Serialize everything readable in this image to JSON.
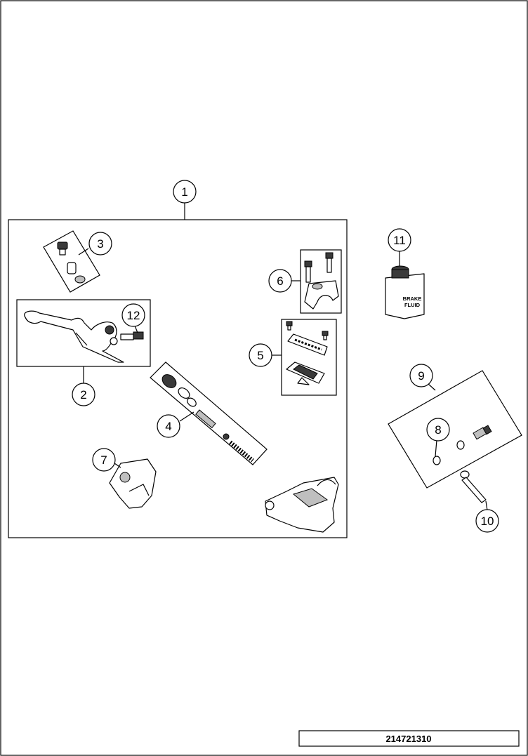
{
  "callouts": {
    "c1": "1",
    "c2": "2",
    "c3": "3",
    "c4": "4",
    "c5": "5",
    "c6": "6",
    "c7": "7",
    "c8": "8",
    "c9": "9",
    "c10": "10",
    "c11": "11",
    "c12": "12"
  },
  "can_label": {
    "line1": "BRAKE",
    "line2": "FLUID"
  },
  "drawing_number": "214721310"
}
